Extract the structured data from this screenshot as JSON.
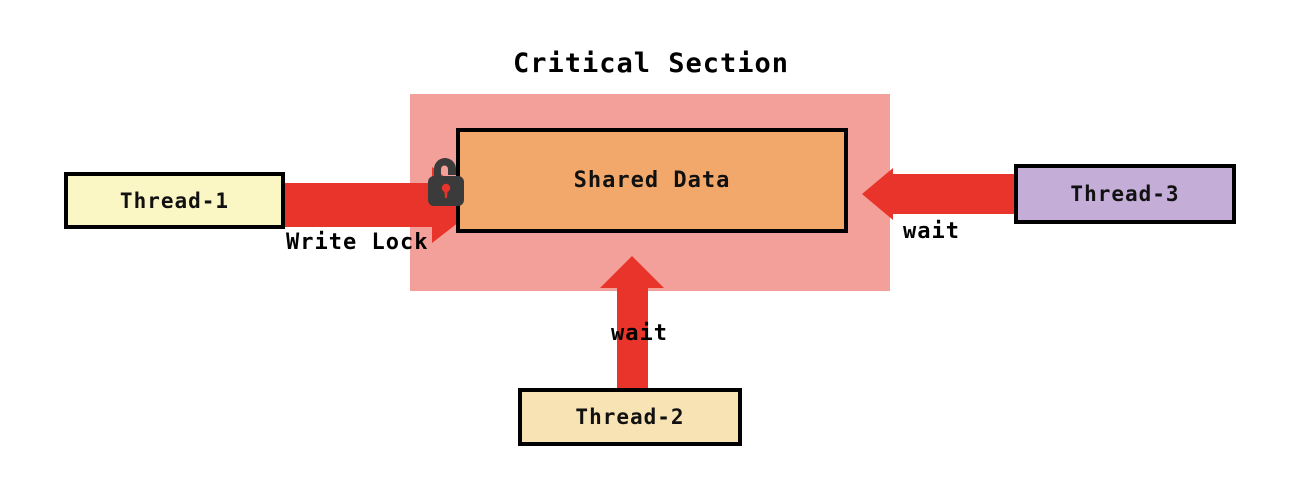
{
  "diagram": {
    "title": "Critical Section",
    "type": "concurrency-lock-diagram",
    "critical_section": {
      "label": "Critical Section",
      "fill_color": "#F4A09A",
      "inner_box": {
        "label": "Shared Data",
        "fill_color": "#F2A86A",
        "border_color": "#000000"
      },
      "lock": {
        "icon": "padlock-icon",
        "state": "locked",
        "body_color": "#3B3B3B",
        "keyhole_color": "#E8342A"
      }
    },
    "threads": [
      {
        "id": "thread-1",
        "label": "Thread-1",
        "fill_color": "#FAF7C4",
        "border_color": "#000000",
        "position": "left",
        "edge_label": "Write Lock",
        "edge_direction": "right",
        "status": "holds-lock"
      },
      {
        "id": "thread-2",
        "label": "Thread-2",
        "fill_color": "#F8E3B4",
        "border_color": "#000000",
        "position": "bottom",
        "edge_label": "wait",
        "edge_direction": "up",
        "status": "waiting"
      },
      {
        "id": "thread-3",
        "label": "Thread-3",
        "fill_color": "#C4AED8",
        "border_color": "#000000",
        "position": "right",
        "edge_label": "wait",
        "edge_direction": "left",
        "status": "waiting"
      }
    ],
    "arrow_color": "#E8342A",
    "background_color": "#FFFFFF"
  }
}
